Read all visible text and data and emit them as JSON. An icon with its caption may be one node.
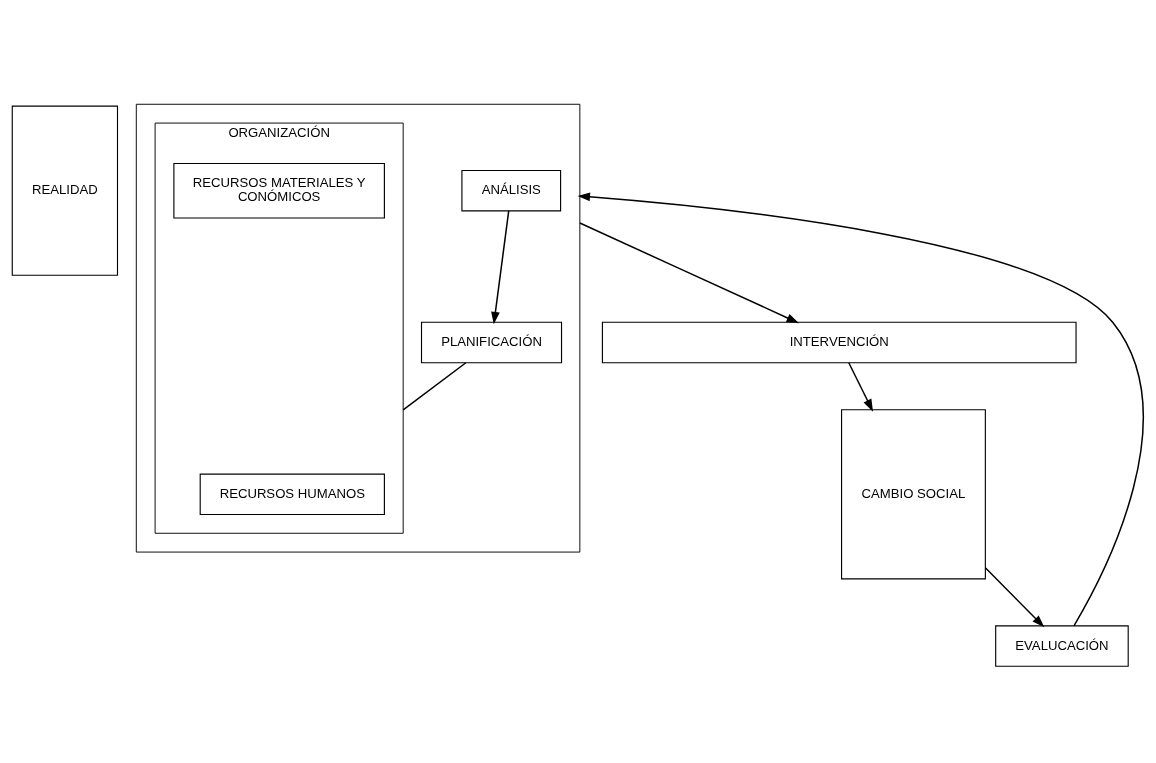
{
  "diagram": {
    "nodes": [
      {
        "text": [
          "REALIDAD"
        ]
      },
      {
        "text": [],
        "shape": "box"
      },
      {
        "text": [
          "ANÁLISIS"
        ],
        "in": 1
      },
      {
        "text": [
          "ORGANIZACIÓN"
        ],
        "in": 1
      },
      {
        "text": [
          "RECURSOS HUMANOS"
        ],
        "in": 3
      },
      {
        "text": [
          "RECURSOS MATERIALES Y CONÓMICOS"
        ],
        "in": 3
      },
      {
        "text": [
          "PLANIFICACIÓN"
        ],
        "in": 1
      },
      {
        "text": [
          "CAMBIO SOCIAL"
        ]
      },
      {
        "text": [
          "INTERVENCIÓN"
        ]
      },
      {
        "text": [
          "EVALUCACIÓN"
        ]
      }
    ],
    "edges": [
      {
        "from": 2,
        "to": 6,
        "arrow": "to"
      },
      {
        "from": 6,
        "to": 3,
        "arrow": "none"
      },
      {
        "from": 1,
        "to": 8,
        "arrow": "to"
      },
      {
        "from": 9,
        "to": 1,
        "arrow": "to"
      },
      {
        "from": 8,
        "to": 7,
        "arrow": "to"
      },
      {
        "from": 7,
        "to": 9,
        "arrow": "to"
      }
    ]
  }
}
